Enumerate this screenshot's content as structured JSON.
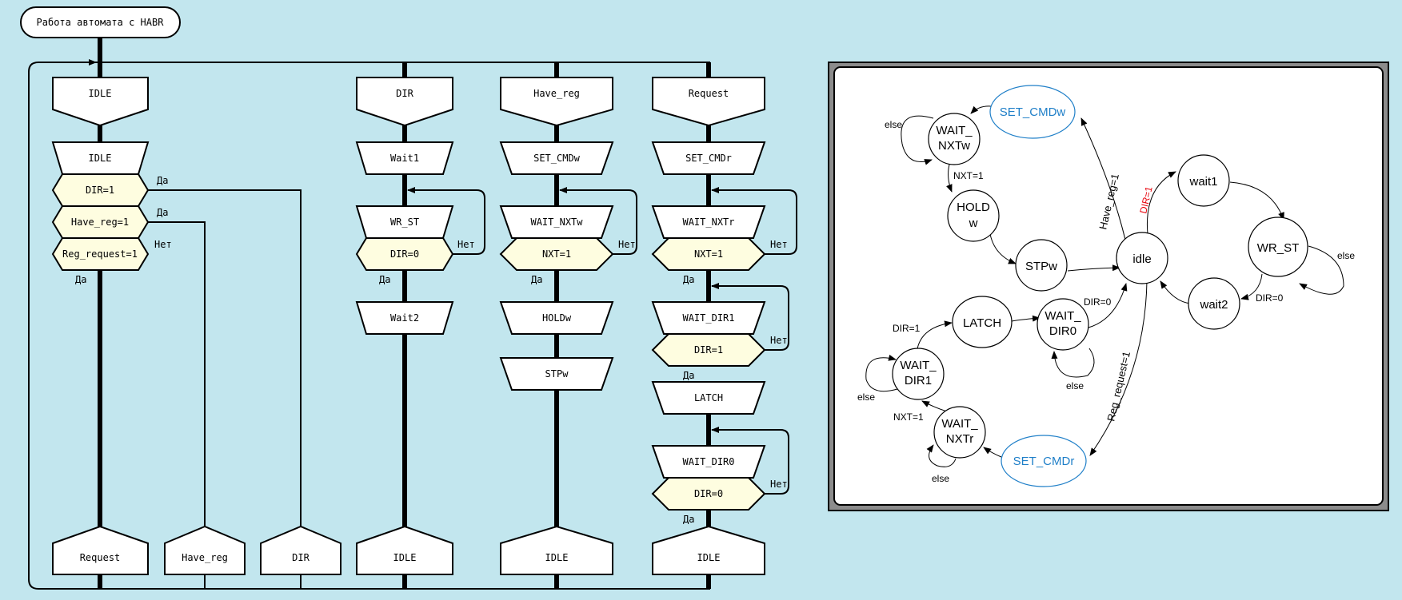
{
  "title": "Работа автомата с HABR",
  "labels": {
    "yes": "Да",
    "no": "Нет"
  },
  "columns": {
    "idle": {
      "header": "IDLE",
      "action": "IDLE",
      "conditions": [
        "DIR=1",
        "Have_reg=1",
        "Reg_request=1"
      ],
      "branch_labels": [
        "Да",
        "Да",
        "Нет",
        "Да"
      ],
      "exits": [
        "Request",
        "Have_reg",
        "DIR"
      ]
    },
    "dir": {
      "header": "DIR",
      "actions": [
        "Wait1",
        "WR_ST",
        "Wait2"
      ],
      "condition": "DIR=0",
      "exit": "IDLE"
    },
    "have_reg": {
      "header": "Have_reg",
      "actions": [
        "SET_CMDw",
        "WAIT_NXTw",
        "HOLDw",
        "STPw"
      ],
      "condition": "NXT=1",
      "exit": "IDLE"
    },
    "request": {
      "header": "Request",
      "actions": [
        "SET_CMDr",
        "WAIT_NXTr",
        "WAIT_DIR1",
        "LATCH",
        "WAIT_DIR0"
      ],
      "conditions": [
        "NXT=1",
        "DIR=1",
        "DIR=0"
      ],
      "exit": "IDLE"
    }
  },
  "state_diagram": {
    "nodes": {
      "set_cmdw": "SET_CMDw",
      "wait_nxtw_1": "WAIT_",
      "wait_nxtw_2": "NXTw",
      "holdw_1": "HOLD",
      "holdw_2": "w",
      "stpw": "STPw",
      "idle": "idle",
      "wait1": "wait1",
      "wr_st": "WR_ST",
      "wait2": "wait2",
      "latch": "LATCH",
      "wait_dir0_1": "WAIT_",
      "wait_dir0_2": "DIR0",
      "wait_dir1_1": "WAIT_",
      "wait_dir1_2": "DIR1",
      "wait_nxtr_1": "WAIT_",
      "wait_nxtr_2": "NXTr",
      "set_cmdr": "SET_CMDr"
    },
    "edges": {
      "have_reg": "Have_reg=1",
      "dir1_red": "DIR=1",
      "reg_request": "Reg_request=1",
      "else_nxtw": "else",
      "nxt1_w": "NXT=1",
      "else_wrst": "else",
      "dir0_wrst": "DIR=0",
      "dir0_waitdir0": "DIR=0",
      "else_waitdir0": "else",
      "dir1_latch": "DIR=1",
      "else_waitdir1": "else",
      "nxt1_r": "NXT=1",
      "else_nxtr": "else"
    },
    "colors": {
      "highlight_node": "#1f7fc8",
      "highlight_edge": "#e8000a"
    }
  }
}
